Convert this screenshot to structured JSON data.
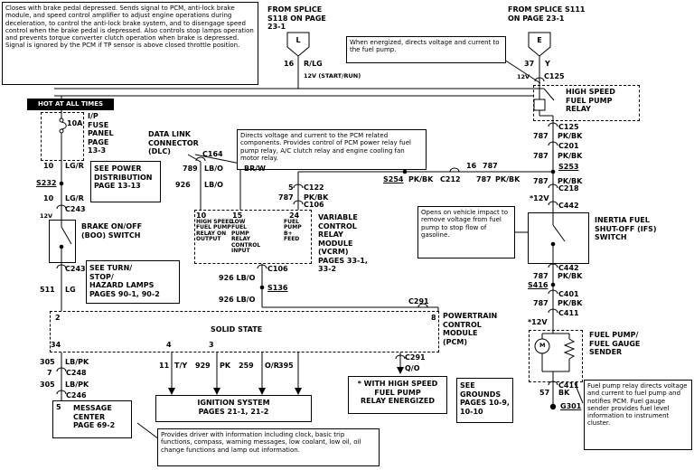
{
  "notes": {
    "brake": "Closes with brake pedal depressed.  Sends signal to PCM, anti-lock brake module, and speed control amplifier to adjust engine operations during deceleration, to control the anti-lock brake system, and to disengage speed control when the brake pedal is depressed.  Also controls stop lamps operation and prevents torque converter clutch operation when brake is depressed.  Signal is ignored by the PCM if TP sensor is above closed throttle position.",
    "energized": "When energized, directs voltage and current to the fuel pump.",
    "vcrm": "Directs voltage and current to the PCM related components. Provides control of PCM power relay fuel pump relay, A/C clutch relay and engine cooling fan motor relay.",
    "impact": "Opens on vehicle impact to remove voltage from fuel pump to stop flow of gasoline.",
    "pump": "Fuel pump relay directs voltage and current to fuel pump and notifies PCM. Fuel gauge sender provides fuel level information to instrument cluster.",
    "message": "Provides driver with information including clock, basic trip functions, compass, warning messages, low coolant, low oil, oil change functions and lamp out information."
  },
  "from_splice": {
    "left": "FROM SPLICE\nS118 ON PAGE\n23-1",
    "left_tag": "L",
    "right": "FROM SPLICE S111\nON PAGE 23-1",
    "right_tag": "E"
  },
  "boxes": {
    "relay": "HIGH SPEED\nFUEL PUMP\nRELAY",
    "ifs": "INERTIA FUEL\nSHUT-OFF (IFS)\nSWITCH",
    "pump": "FUEL PUMP/\nFUEL GAUGE\nSENDER",
    "dlc": "DATA LINK\nCONNECTOR\n(DLC)",
    "vcrm": "VARIABLE\nCONTROL\nRELAY\nMODULE\n(VCRM)\nPAGES 33-1,\n33-2",
    "vcrm_col1": "HIGH SPEED\nFUEL PUMP\nRELAY ON\nOUTPUT",
    "vcrm_col2": "LOW\nFUEL\nPUMP\nRELAY\nCONTROL\nINPUT",
    "vcrm_col3": "FUEL\nPUMP\nB+\nFEED",
    "pcm": "POWERTRAIN\nCONTROL\nMODULE\n(PCM)",
    "pcm_solid": "SOLID STATE",
    "boo": "BRAKE ON/OFF\n(BOO) SWITCH",
    "msg": "MESSAGE\nCENTER\nPAGE 69-2",
    "ign": "IGNITION SYSTEM\nPAGES 21-1, 21-2",
    "fuse": "I/P\nFUSE\nPANEL\nPAGE\n13-3",
    "hot": "HOT AT ALL TIMES",
    "amp": "10A",
    "motor": "M",
    "star": "* WITH HIGH SPEED\nFUEL PUMP\nRELAY ENERGIZED",
    "power": "SEE POWER\nDISTRIBUTION\nPAGE 13-13",
    "turn": "SEE TURN/\nSTOP/\nHAZARD LAMPS\nPAGES 90-1, 90-2",
    "grounds": "SEE\nGROUNDS\nPAGES 10-9,\n10-10"
  },
  "wires": {
    "n16": "16",
    "rlg": "R/LG",
    "v12sr": "12V (START/RUN)",
    "n37": "37",
    "y": "Y",
    "v12": "12V",
    "sv12": "*12V",
    "n787": "787",
    "pkbk": "PK/BK",
    "n10": "10",
    "lgr": "LG/R",
    "n511": "511",
    "lg": "LG",
    "w926": "926 LB/O",
    "n926": "926",
    "n789": "789",
    "lbo": "LB/O",
    "brw": "BR/W",
    "n305": "305",
    "lbpk": "LB/PK",
    "n57": "57",
    "bk": "BK",
    "qo": "Q/O",
    "n11": "11",
    "ty": "T/Y",
    "n929": "929",
    "pk": "PK",
    "n259": "259",
    "or": "O/R",
    "n395": "395"
  },
  "conn": {
    "c125": "C125",
    "c201": "C201",
    "c218": "C218",
    "c442": "C442",
    "c401": "C401",
    "c411": "C411",
    "c243": "C243",
    "c248": "C248",
    "c246": "C246",
    "c122": "C122",
    "c106": "C106",
    "c164": "C164",
    "c212": "C212",
    "c291": "C291"
  },
  "splices": {
    "s232": "S232",
    "s253": "S253",
    "s254": "S254",
    "s416": "S416",
    "s136": "S136",
    "g301": "G301"
  },
  "pins": {
    "p2": "2",
    "p3": "3",
    "p4": "4",
    "p5": "5",
    "p7": "7",
    "p8": "8",
    "p10": "10",
    "p15": "15",
    "p16": "16",
    "p24": "24",
    "p34": "34"
  }
}
